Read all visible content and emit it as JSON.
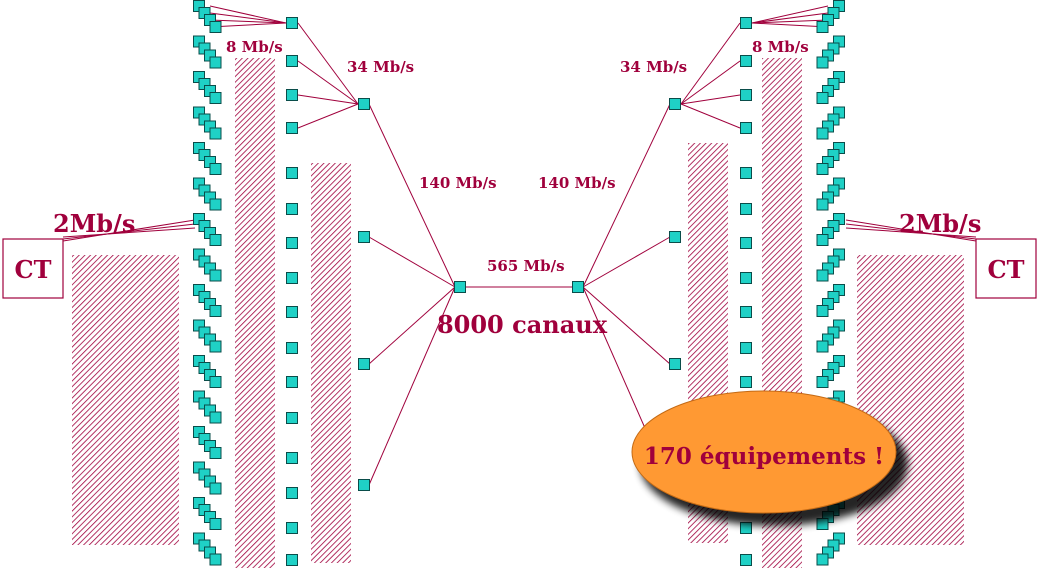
{
  "colors": {
    "accent": "#a0003c",
    "node": "#1fd1c6",
    "node_border": "#0a4d4a",
    "hatch": "#a0003c",
    "bubble": "#ff9933"
  },
  "labels": {
    "rate_2": "2Mb/s",
    "rate_8": "8 Mb/s",
    "rate_34": "34 Mb/s",
    "rate_140": "140 Mb/s",
    "rate_565": "565 Mb/s",
    "ct": "CT",
    "channels": "8000 canaux",
    "equipment": "170 équipements !"
  },
  "icons": {
    "node": "multiplexer-node-icon",
    "stack": "equipment-stack-icon"
  }
}
